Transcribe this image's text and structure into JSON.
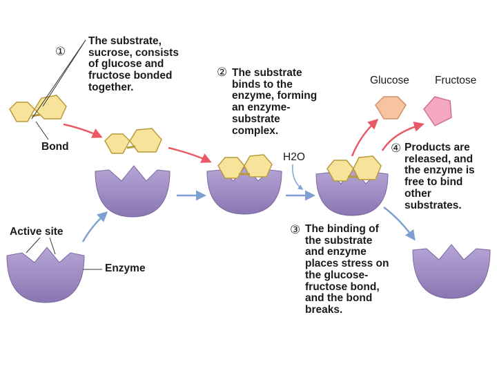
{
  "labels": {
    "bond": "Bond",
    "active_site": "Active site",
    "enzyme": "Enzyme",
    "glucose": "Glucose",
    "fructose": "Fructose",
    "water": "H2O"
  },
  "steps": [
    {
      "number": "①",
      "text": "The substrate,\nsucrose, consists\nof glucose and\nfructose bonded\ntogether."
    },
    {
      "number": "②",
      "text": "The substrate\nbinds to the\nenzyme, forming\nan enzyme-\nsubstrate\ncomplex."
    },
    {
      "number": "③",
      "text": "The binding of\nthe substrate\nand enzyme\nplaces stress on\nthe glucose-\nfructose bond,\nand the bond\nbreaks."
    },
    {
      "number": "④",
      "text": "Products are\nreleased, and\nthe enzyme is\nfree to bind\nother\nsubstrates."
    }
  ],
  "colors": {
    "substrate_fill": "#f7e39a",
    "substrate_stroke": "#b89a3a",
    "enzyme_fill": "#9a86be",
    "enzyme_stroke": "#6f5d96",
    "glucose_fill": "#f7c3a0",
    "fructose_fill": "#f4a9c1",
    "red_arrow": "#e85a66",
    "blue_arrow": "#7f9fd0"
  }
}
